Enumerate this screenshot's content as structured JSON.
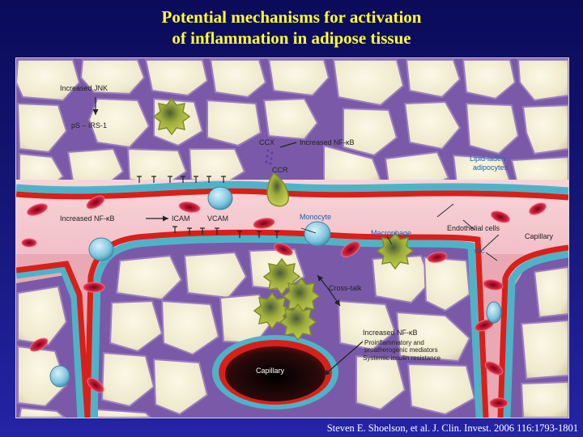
{
  "slide": {
    "title_line1": "Potential mechanisms for activation",
    "title_line2": "of inflammation in adipose tissue",
    "citation": "Steven E. Shoelson, et al. J. Clin. Invest. 2006 116:1793-1801"
  },
  "colors": {
    "title": "#ffff33",
    "background_top": "#0b0b5a",
    "adipocyte": "#f1ecd1",
    "vessel_wall": "#d8201a",
    "lumen": "#f6c8cf",
    "monocyte": "#8fd1e6",
    "label_blue": "#1f5ea8"
  },
  "labels": {
    "increased_jnk": "Increased JNK",
    "ps_irs1": "pS – IRS-1",
    "ccx": "CCX",
    "ccr": "CCR",
    "increased_nfkb_top": "Increased NF-κB",
    "lipid_laden_1": "Lipid-laden",
    "lipid_laden_2": "adipocytes",
    "increased_nfkb_left": "Increased NF-κB",
    "icam": "ICAM",
    "vcam": "VCAM",
    "monocyte": "Monocyte",
    "macrophage": "Macrophage",
    "endothelial_cells": "Endothelial cells",
    "capillary_right": "Capillary",
    "rbc": "rbc",
    "cross_talk": "Cross-talk",
    "increased_nfkb_bottom": "Increased NF-κB",
    "proinflammatory_1": "Proinflammatory and",
    "proinflammatory_2": "proatherogenic mediators",
    "systemic_insulin": "Systemic insulin resistance",
    "capillary_bottom": "Capillary"
  }
}
